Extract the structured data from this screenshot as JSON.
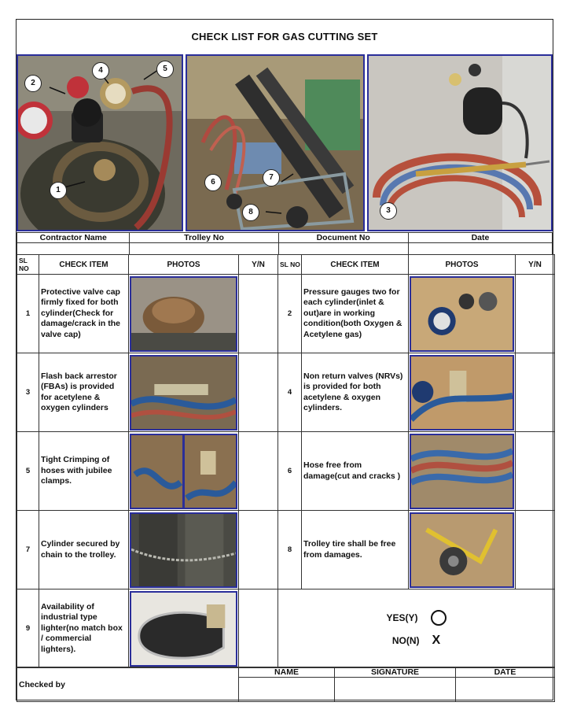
{
  "title": "CHECK LIST FOR GAS CUTTING SET",
  "top_photos": {
    "left_callouts": [
      "2",
      "4",
      "5",
      "1"
    ],
    "middle_callouts": [
      "6",
      "7",
      "8"
    ],
    "right_callouts": [
      "3"
    ]
  },
  "header_fields": [
    "Contractor Name",
    "Trolley No",
    "Document No",
    "Date"
  ],
  "columns": {
    "sl_no": "SL NO",
    "check_item": "CHECK ITEM",
    "photos": "PHOTOS",
    "yn": "Y/N"
  },
  "items": [
    {
      "no": "1",
      "text": "Protective valve cap firmly fixed for both cylinder(Check for damage/crack in the valve cap)"
    },
    {
      "no": "2",
      "text": "Pressure gauges two for each cylinder(inlet & out)are in working condition(both Oxygen & Acetylene gas)"
    },
    {
      "no": "3",
      "text": "Flash back arrestor (FBAs) is provided for acetylene & oxygen cylinders"
    },
    {
      "no": "4",
      "text": "Non return valves (NRVs) is provided for both acetylene & oxygen cylinders."
    },
    {
      "no": "5",
      "text": "Tight Crimping of hoses with jubilee clamps."
    },
    {
      "no": "6",
      "text": "Hose free from damage(cut and cracks )"
    },
    {
      "no": "7",
      "text": "Cylinder secured by chain to the trolley."
    },
    {
      "no": "8",
      "text": "Trolley tire shall be free from damages."
    },
    {
      "no": "9",
      "text": "Availability of industrial type lighter(no match box / commercial lighters)."
    }
  ],
  "legend": {
    "yes": "YES(Y)",
    "no": "NO(N)",
    "no_mark": "X"
  },
  "footer": {
    "checked_by": "Checked by",
    "name": "NAME",
    "signature": "SIGNATURE",
    "date": "DATE"
  }
}
